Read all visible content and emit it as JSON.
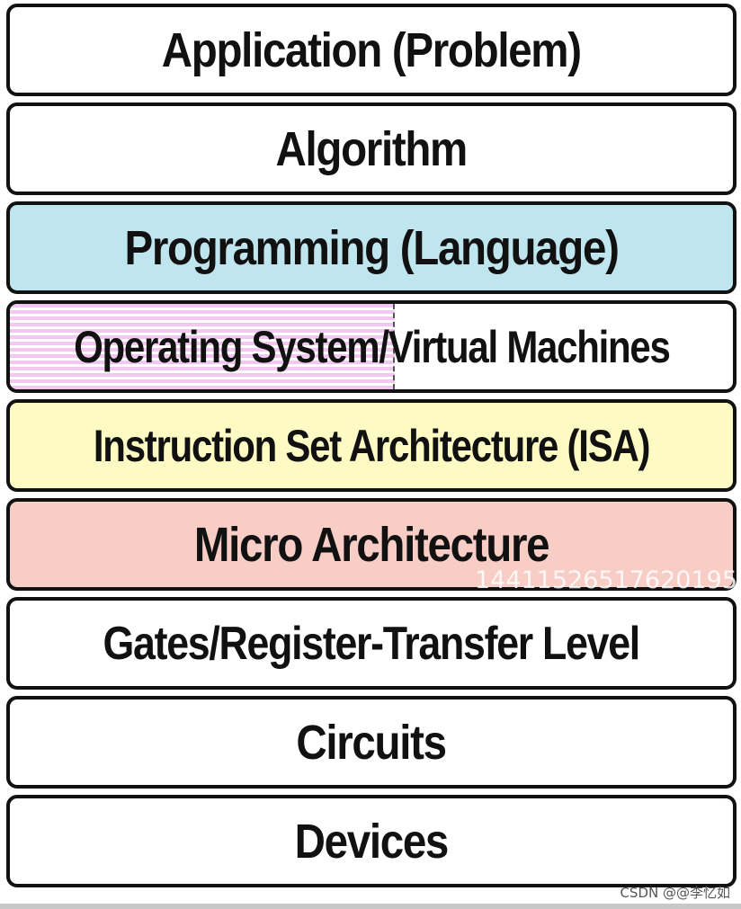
{
  "layers": [
    {
      "label": "Application (Problem)",
      "fill": "#ffffff"
    },
    {
      "label": "Algorithm",
      "fill": "#ffffff"
    },
    {
      "label": "Programming (Language)",
      "fill": "#bfe6ee"
    },
    {
      "label": "Operating System/Virtual Machines",
      "fill": "#ffffff",
      "stripe_fill": "#f3c8f0"
    },
    {
      "label": "Instruction Set Architecture (ISA)",
      "fill": "#fdfac4"
    },
    {
      "label": "Micro Architecture",
      "fill": "#f8cdc6"
    },
    {
      "label": "Gates/Register-Transfer Level",
      "fill": "#ffffff"
    },
    {
      "label": "Circuits",
      "fill": "#ffffff"
    },
    {
      "label": "Devices",
      "fill": "#ffffff"
    }
  ],
  "watermark_text": "14411526517620195",
  "credit_text": "CSDN @@李忆如",
  "colors": {
    "border": "#111111",
    "text": "#111111"
  }
}
